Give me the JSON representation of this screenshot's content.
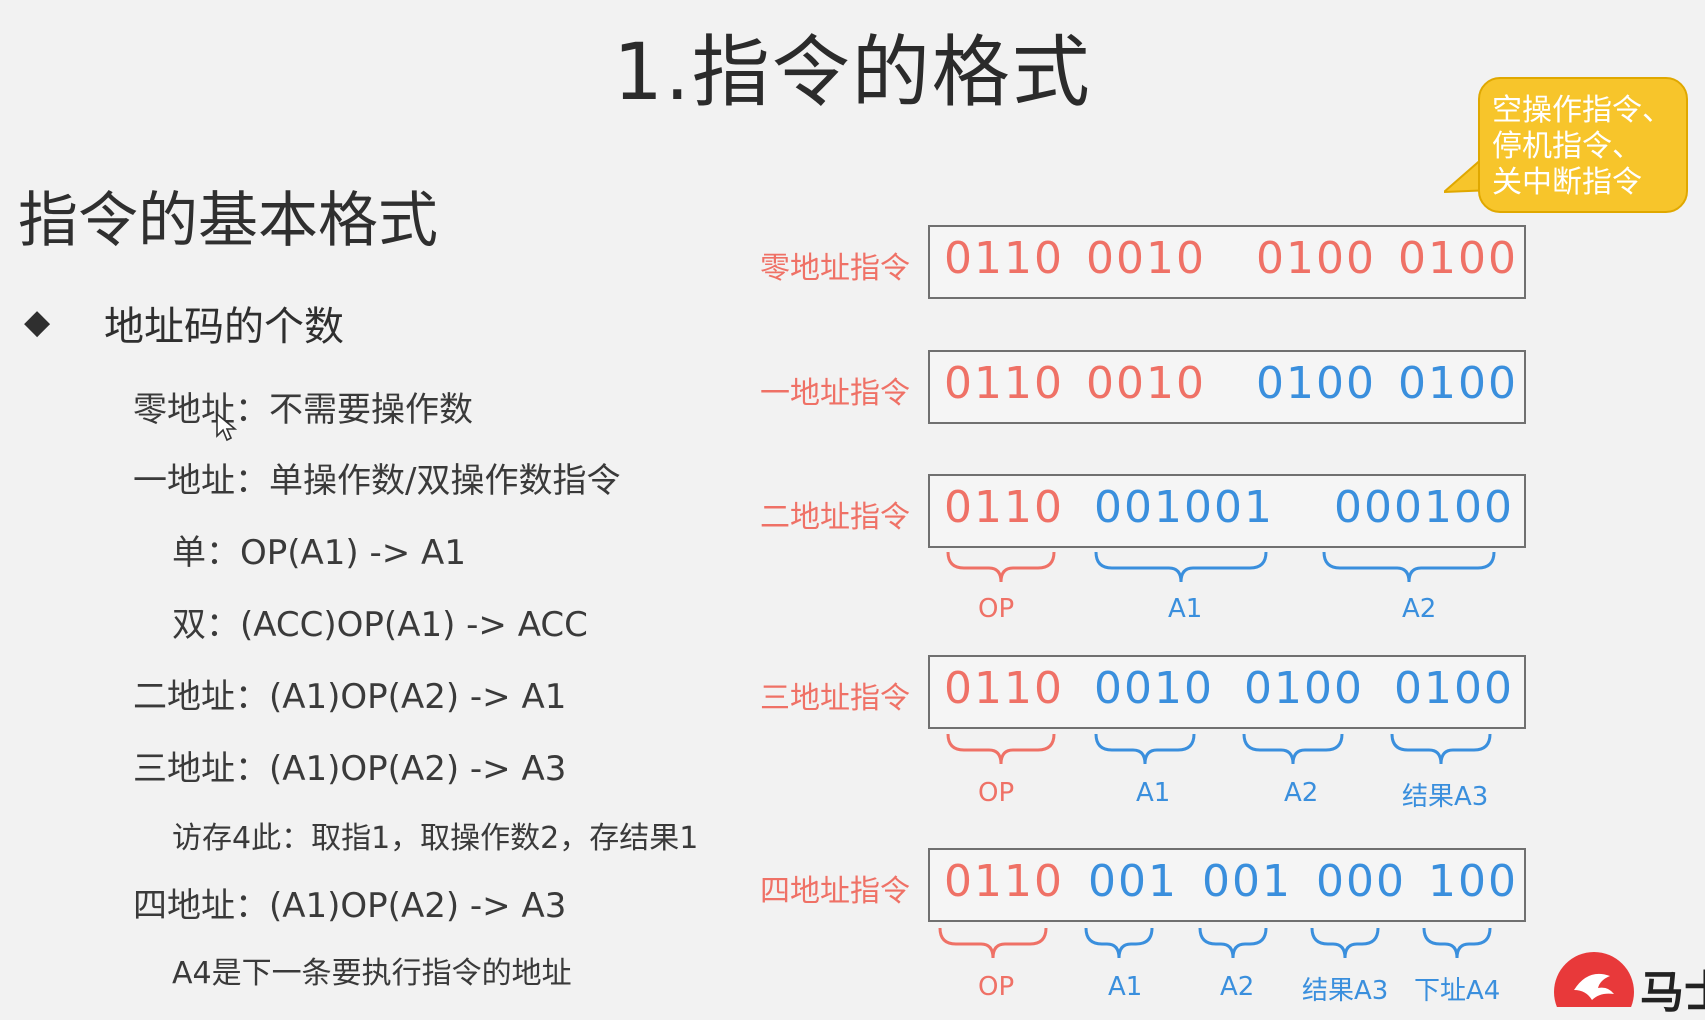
{
  "title": "1.指令的格式",
  "subtitle": "指令的基本格式",
  "bullet": {
    "glyph": "◆",
    "text": "地址码的个数"
  },
  "lines": [
    "零地址：不需要操作数",
    "一地址：单操作数/双操作数指令",
    "单：OP(A1) -> A1",
    "双：(ACC)OP(A1) -> ACC",
    "二地址：(A1)OP(A2) -> A1",
    "三地址：(A1)OP(A2) -> A3",
    "访存4此：取指1，取操作数2，存结果1",
    "四地址：(A1)OP(A2) -> A3",
    "A4是下一条要执行指令的地址"
  ],
  "callout": [
    "空操作指令、",
    "停机指令、",
    "关中断指令"
  ],
  "rows": [
    {
      "label": "零地址指令",
      "fields": [
        "0110",
        "0010",
        "0100",
        "0100"
      ],
      "brace_labels": []
    },
    {
      "label": "一地址指令",
      "fields": [
        "0110",
        "0010",
        "0100",
        "0100"
      ],
      "brace_labels": []
    },
    {
      "label": "二地址指令",
      "fields": [
        "0110",
        "001001",
        "000100"
      ],
      "brace_labels": [
        "OP",
        "A1",
        "A2"
      ]
    },
    {
      "label": "三地址指令",
      "fields": [
        "0110",
        "0010",
        "0100",
        "0100"
      ],
      "brace_labels": [
        "OP",
        "A1",
        "A2",
        "结果A3"
      ]
    },
    {
      "label": "四地址指令",
      "fields": [
        "0110",
        "001",
        "001",
        "000",
        "100"
      ],
      "brace_labels": [
        "OP",
        "A1",
        "A2",
        "结果A3",
        "下址A4"
      ]
    }
  ],
  "colors": {
    "red": "#ef7166",
    "blue": "#3a8fdd",
    "callout": "#f7c52b",
    "box_border": "#707070"
  },
  "logo": {
    "text": "马士",
    "icon": "brand-logo-icon"
  }
}
